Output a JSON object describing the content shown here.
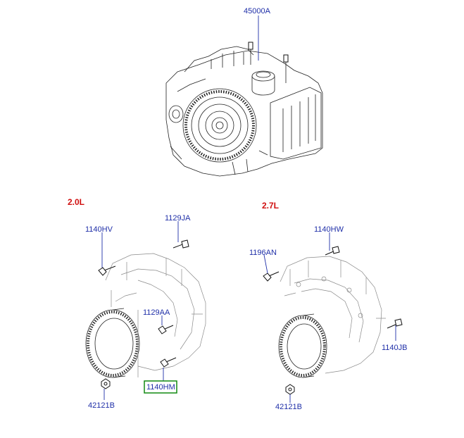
{
  "labels": {
    "assembly": "45000A",
    "variant_left": "2.0L",
    "variant_right": "2.7L",
    "hv": "1140HV",
    "ja": "1129JA",
    "aa": "1129AA",
    "hm": "1140HM",
    "b_left": "42121B",
    "hw": "1140HW",
    "an": "1196AN",
    "jb": "1140JB",
    "b_right": "42121B"
  },
  "colors": {
    "part_label": "#1f2fa8",
    "engine_label": "#d01010",
    "highlight": "#118a11"
  },
  "highlighted_part": "1140HM"
}
